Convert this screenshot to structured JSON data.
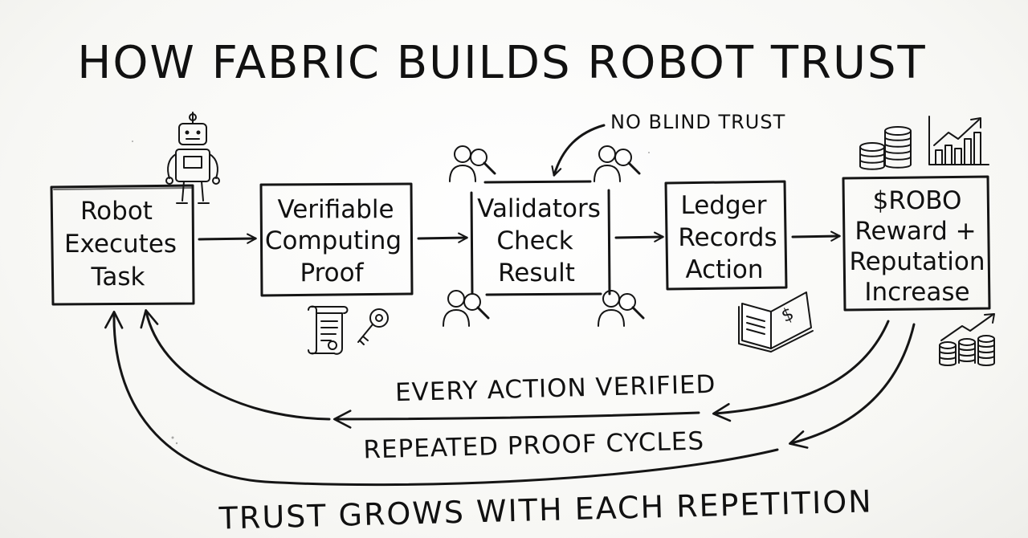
{
  "title": "HOW FABRIC BUILDS ROBOT TRUST",
  "steps": [
    {
      "line1": "Robot",
      "line2": "Executes",
      "line3": "Task"
    },
    {
      "line1": "Verifiable",
      "line2": "Computing",
      "line3": "Proof"
    },
    {
      "line1": "Validators",
      "line2": "Check",
      "line3": "Result"
    },
    {
      "line1": "Ledger",
      "line2": "Records",
      "line3": "Action"
    },
    {
      "line1": "$ROBO",
      "line2": "Reward +",
      "line3": "Reputation",
      "line4": "Increase"
    }
  ],
  "annotations": {
    "no_blind_trust": "NO BLIND TRUST",
    "every_action_verified": "EVERY ACTION VERIFIED",
    "repeated_proof_cycles": "REPEATED PROOF CYCLES",
    "trust_grows": "TRUST GROWS WITH EACH REPETITION"
  },
  "icons": {
    "robot": "robot-icon",
    "scroll": "scroll-icon",
    "key": "key-icon",
    "validator": "validator-magnifier-icon",
    "ledger_book": "ledger-book-icon",
    "ledger_book_text": "$",
    "coins": "coins-icon",
    "bar_chart": "bar-chart-icon"
  }
}
